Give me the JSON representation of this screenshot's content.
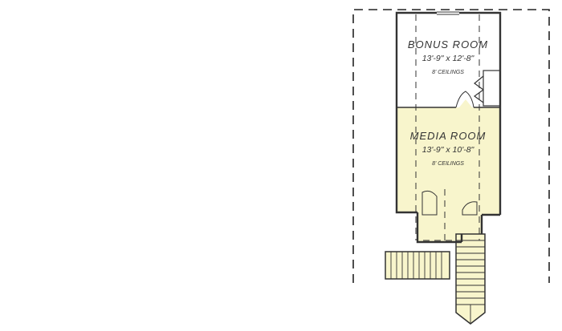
{
  "rooms": {
    "bonus": {
      "name": "BONUS ROOM",
      "dims": "13'-9\" x 12'-8\"",
      "ceiling": "8' CEILINGS"
    },
    "media": {
      "name": "MEDIA ROOM",
      "dims": "13'-9\" x 10'-8\"",
      "ceiling": "8' CEILINGS"
    }
  },
  "colors": {
    "wall": "#333333",
    "media_fill": "#f8f5cc",
    "stair_fill": "#f8f5cc",
    "dashed": "#222222"
  }
}
